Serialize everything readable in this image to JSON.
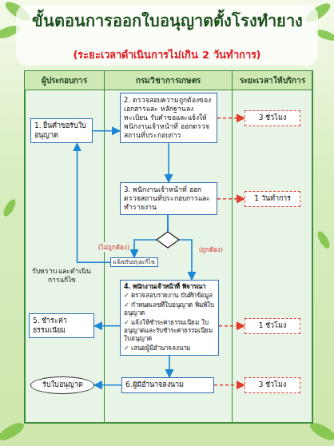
{
  "diagram": {
    "title": "ขั้นตอนการออกใบอนุญาตตั้งโรงทำยาง",
    "nodes": [
      {
        "text": [
          "1. ยื่นคำขอรับใบอนุญาต"
        ]
      },
      {
        "text": [
          "2. ตรวจสอบความถูกต้องของเอกสารและ หลักฐานลงทะเบียน รับคำขอและแจ้งให้พนักงานเจ้าหน้าที่ ออกตรวจสถานที่ประกอบการ"
        ]
      },
      {
        "text": [
          "3 ชั่วโมง"
        ]
      },
      {
        "text": [
          "3. พนักงานเจ้าหน้าที่ ออกตรวจสถานที่ประกอบการและทำรายงาน"
        ]
      },
      {
        "text": [
          "1 วันทำการ"
        ]
      },
      {
        "text": [
          "แจ้งปรับปรุงแก้ไข"
        ]
      },
      {
        "text": [
          "4. พนักงานเจ้าหน้าที่ พิจารณา",
          "✓ ตรวจสอบรายงาน บันทึกข้อมูล",
          "✓ กำหนดเลขที่ใบอนุญาต พิมพ์ใบอนุญาต",
          "✓ แจ้งให้ชำระค่าธรรมเนียม ใบอนุญาตและรับชำระค่าธรรมเนียม ใบอนุญาต",
          "✓ เสนอผู้มีอำนาจลงนาม"
        ]
      },
      {
        "text": [
          "5. ชำระค่าธรรมเนียม"
        ]
      },
      {
        "text": [
          "1 ชั่วโมง"
        ]
      },
      {
        "text": [
          "6.ผู้มีอำนาจลงนาม"
        ]
      },
      {
        "text": [
          "3 ชั่วโมง"
        ]
      },
      {
        "text": [
          "รับใบอนุญาต"
        ]
      }
    ],
    "edges": [
      {
        "from": 0,
        "to": 1,
        "arrow": "to"
      },
      {
        "from": 1,
        "to": 2,
        "arrow": "to"
      },
      {
        "from": 1,
        "to": 3,
        "arrow": "to"
      },
      {
        "from": 3,
        "to": 4,
        "arrow": "to"
      },
      {
        "from": 3,
        "to": 5,
        "label": "(ไม่ถูกต้อง)",
        "arrow": "to"
      },
      {
        "from": 3,
        "to": 6,
        "label": "(ถูกต้อง)",
        "arrow": "to"
      },
      {
        "from": 5,
        "to": 0,
        "arrow": "to"
      },
      {
        "from": 6,
        "to": 7,
        "arrow": "to"
      },
      {
        "from": 6,
        "to": 8,
        "arrow": "to"
      },
      {
        "from": 6,
        "to": 9,
        "arrow": "to"
      },
      {
        "from": 9,
        "to": 10,
        "arrow": "to"
      },
      {
        "from": 9,
        "to": 11,
        "arrow": "to"
      }
    ],
    "labels": [
      "(ระยะเวลาดำเนินการไม่เกิน 2 วันทำการ)",
      "ผู้ประกอบการ",
      "กรมวิชาการเกษตร",
      "ระยะเวลาให้บริการ",
      "รับทราบ และดำเนินการแก้ไข"
    ]
  }
}
